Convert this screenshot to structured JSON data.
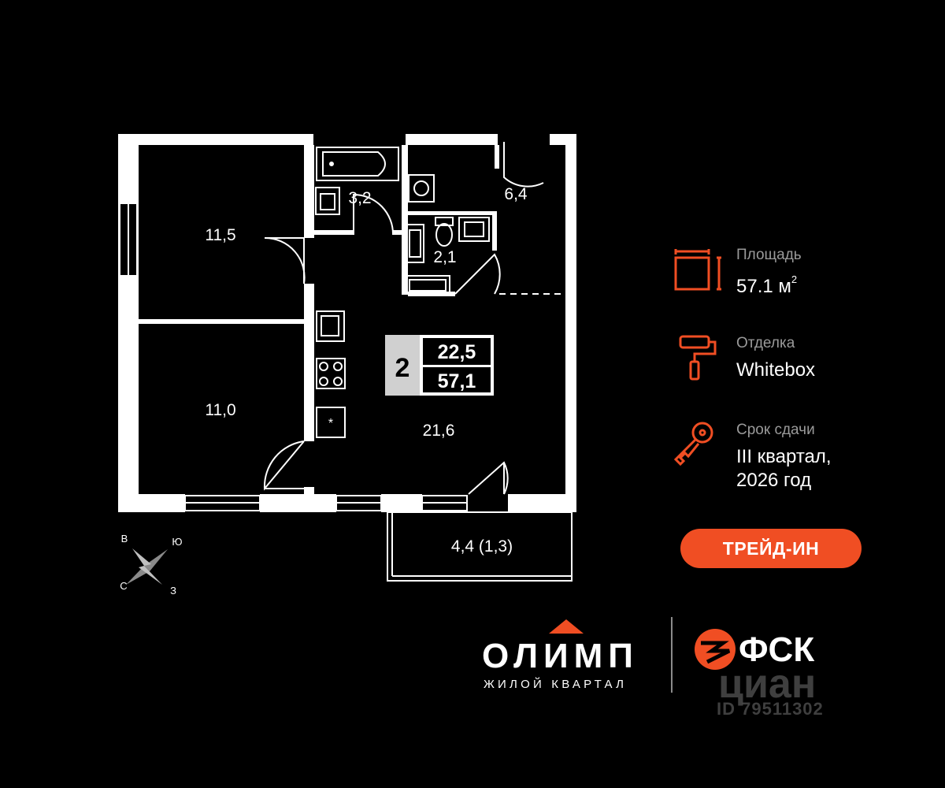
{
  "plan": {
    "rooms": {
      "bedroom_top": "11,5",
      "bedroom_bottom": "11,0",
      "bathroom": "3,2",
      "toilet": "2,1",
      "hall": "6,4",
      "living_kitchen": "21,6",
      "balcony": "4,4 (1,3)"
    },
    "badge": {
      "rooms_count": "2",
      "living_area": "22,5",
      "total_area": "57,1"
    },
    "compass": {
      "north": "С",
      "east": "В",
      "south": "Ю",
      "west": "З"
    }
  },
  "info": {
    "area_label": "Площадь",
    "area_value": "57.1 м",
    "area_unit_sup": "2",
    "finish_label": "Отделка",
    "finish_value": "Whitebox",
    "deadline_label": "Срок сдачи",
    "deadline_value_line1": "III квартал,",
    "deadline_value_line2": "2026 год"
  },
  "trade_in_button": "ТРЕЙД-ИН",
  "brand": {
    "name": "ОЛИМП",
    "subtitle": "ЖИЛОЙ КВАРТАЛ",
    "developer": "ФСК",
    "watermark_name": "циан",
    "watermark_id": "ID 79511302"
  },
  "colors": {
    "background": "#000000",
    "walls": "#ffffff",
    "accent": "#f04e23",
    "badge_bg": "#d0d0d0",
    "watermark": "#4a4a4a"
  }
}
